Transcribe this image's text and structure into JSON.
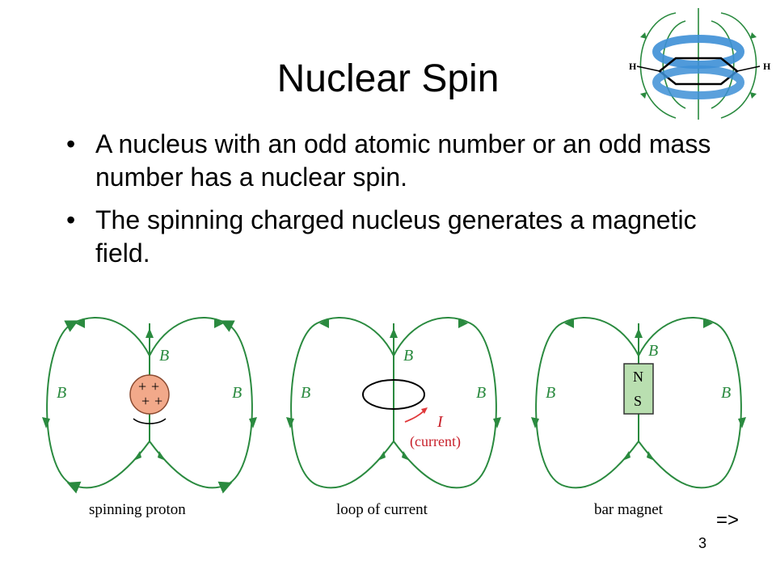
{
  "slide": {
    "title": "Nuclear Spin",
    "bullets": [
      "A nucleus with an odd atomic number or an odd mass number has a nuclear spin.",
      "The spinning charged nucleus generates a magnetic field."
    ],
    "bullet_symbol": "•",
    "next_marker": "=>",
    "page_number": "3"
  },
  "ring_figure": {
    "left_atom": "H",
    "right_atom": "H"
  },
  "panels": [
    {
      "caption": "spinning proton",
      "field_label": "B",
      "charges": [
        "+",
        "+",
        "+",
        "+"
      ]
    },
    {
      "caption": "loop of current",
      "field_label": "B",
      "current_symbol": "I",
      "current_text": "(current)"
    },
    {
      "caption": "bar magnet",
      "field_label": "B",
      "north": "N",
      "south": "S"
    }
  ],
  "colors": {
    "field_lines": "#2a8a3f",
    "proton_fill": "#f2a98a",
    "magnet_fill": "#b9dfb0",
    "current_arrow": "#e0383a",
    "ring_blue": "#3d8fd6"
  }
}
